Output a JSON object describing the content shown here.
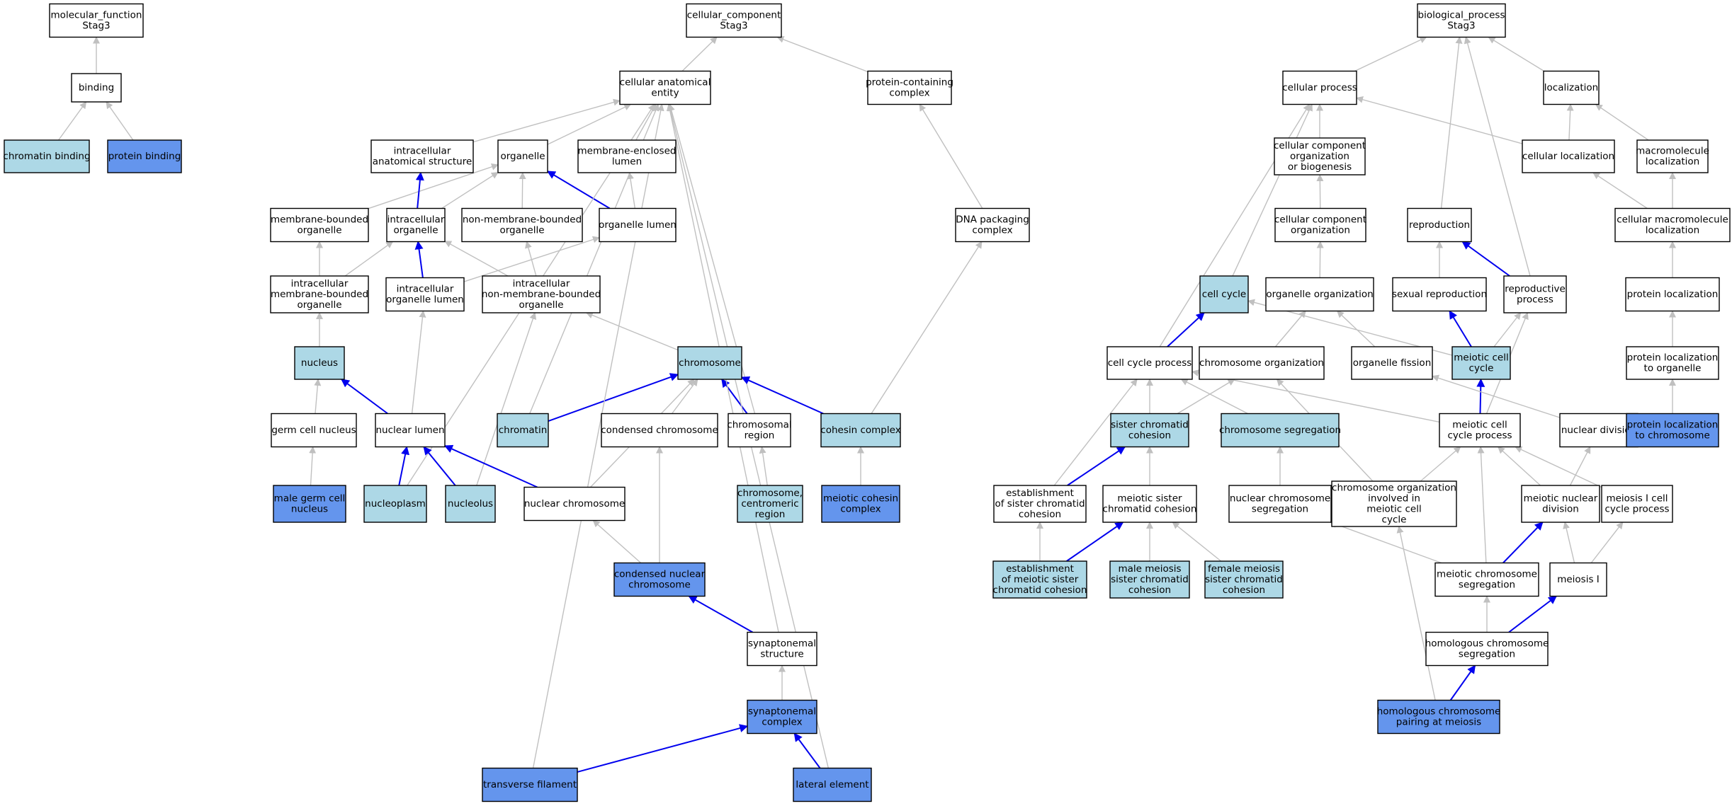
{
  "colors": {
    "highlight_fill": "#6495ed",
    "ancestor_fill": "#add8e6",
    "plain_fill": "#ffffff",
    "is_a_edge": "#c0c0c0",
    "part_of_edge": "#0000ee"
  },
  "nodes": [
    {
      "id": "mf",
      "label": [
        "molecular_function",
        "Stag3"
      ],
      "style": "plain"
    },
    {
      "id": "binding",
      "label": [
        "binding"
      ],
      "style": "plain"
    },
    {
      "id": "chromatin_binding",
      "label": [
        "chromatin binding"
      ],
      "style": "ancestor"
    },
    {
      "id": "protein_binding",
      "label": [
        "protein binding"
      ],
      "style": "highlight"
    },
    {
      "id": "cc",
      "label": [
        "cellular_component",
        "Stag3"
      ],
      "style": "plain"
    },
    {
      "id": "cae",
      "label": [
        "cellular anatomical",
        "entity"
      ],
      "style": "plain"
    },
    {
      "id": "pcc",
      "label": [
        "protein-containing",
        "complex"
      ],
      "style": "plain"
    },
    {
      "id": "ias",
      "label": [
        "intracellular",
        "anatomical structure"
      ],
      "style": "plain"
    },
    {
      "id": "organelle",
      "label": [
        "organelle"
      ],
      "style": "plain"
    },
    {
      "id": "mel",
      "label": [
        "membrane-enclosed",
        "lumen"
      ],
      "style": "plain"
    },
    {
      "id": "mbo",
      "label": [
        "membrane-bounded",
        "organelle"
      ],
      "style": "plain"
    },
    {
      "id": "io",
      "label": [
        "intracellular",
        "organelle"
      ],
      "style": "plain"
    },
    {
      "id": "nmbo",
      "label": [
        "non-membrane-bounded",
        "organelle"
      ],
      "style": "plain"
    },
    {
      "id": "ol",
      "label": [
        "organelle lumen"
      ],
      "style": "plain"
    },
    {
      "id": "dpc",
      "label": [
        "DNA packaging",
        "complex"
      ],
      "style": "plain"
    },
    {
      "id": "imbo",
      "label": [
        "intracellular",
        "membrane-bounded",
        "organelle"
      ],
      "style": "plain"
    },
    {
      "id": "iol",
      "label": [
        "intracellular",
        "organelle lumen"
      ],
      "style": "plain"
    },
    {
      "id": "inmbo",
      "label": [
        "intracellular",
        "non-membrane-bounded",
        "organelle"
      ],
      "style": "plain"
    },
    {
      "id": "nucleus",
      "label": [
        "nucleus"
      ],
      "style": "ancestor"
    },
    {
      "id": "chromosome",
      "label": [
        "chromosome"
      ],
      "style": "ancestor"
    },
    {
      "id": "gcn",
      "label": [
        "germ cell nucleus"
      ],
      "style": "plain"
    },
    {
      "id": "nl",
      "label": [
        "nuclear lumen"
      ],
      "style": "plain"
    },
    {
      "id": "chromatin",
      "label": [
        "chromatin"
      ],
      "style": "ancestor"
    },
    {
      "id": "cchr",
      "label": [
        "condensed chromosome"
      ],
      "style": "plain"
    },
    {
      "id": "chrreg",
      "label": [
        "chromosomal",
        "region"
      ],
      "style": "plain"
    },
    {
      "id": "cohesin",
      "label": [
        "cohesin complex"
      ],
      "style": "ancestor"
    },
    {
      "id": "mgcn",
      "label": [
        "male germ cell",
        "nucleus"
      ],
      "style": "highlight"
    },
    {
      "id": "nucleoplasm",
      "label": [
        "nucleoplasm"
      ],
      "style": "ancestor"
    },
    {
      "id": "nucleolus",
      "label": [
        "nucleolus"
      ],
      "style": "ancestor"
    },
    {
      "id": "nchr",
      "label": [
        "nuclear chromosome"
      ],
      "style": "plain"
    },
    {
      "id": "ccr",
      "label": [
        "chromosome,",
        "centromeric",
        "region"
      ],
      "style": "ancestor"
    },
    {
      "id": "mcc",
      "label": [
        "meiotic cohesin",
        "complex"
      ],
      "style": "highlight"
    },
    {
      "id": "cnc",
      "label": [
        "condensed nuclear",
        "chromosome"
      ],
      "style": "highlight"
    },
    {
      "id": "syns",
      "label": [
        "synaptonemal",
        "structure"
      ],
      "style": "plain"
    },
    {
      "id": "sync",
      "label": [
        "synaptonemal",
        "complex"
      ],
      "style": "highlight"
    },
    {
      "id": "tf",
      "label": [
        "transverse filament"
      ],
      "style": "highlight"
    },
    {
      "id": "le",
      "label": [
        "lateral element"
      ],
      "style": "highlight"
    },
    {
      "id": "bp",
      "label": [
        "biological_process",
        "Stag3"
      ],
      "style": "plain"
    },
    {
      "id": "cp",
      "label": [
        "cellular process"
      ],
      "style": "plain"
    },
    {
      "id": "loc",
      "label": [
        "localization"
      ],
      "style": "plain"
    },
    {
      "id": "ccob",
      "label": [
        "cellular component",
        "organization",
        "or biogenesis"
      ],
      "style": "plain"
    },
    {
      "id": "cl",
      "label": [
        "cellular localization"
      ],
      "style": "plain"
    },
    {
      "id": "ml",
      "label": [
        "macromolecule",
        "localization"
      ],
      "style": "plain"
    },
    {
      "id": "cco",
      "label": [
        "cellular component",
        "organization"
      ],
      "style": "plain"
    },
    {
      "id": "repro",
      "label": [
        "reproduction"
      ],
      "style": "plain"
    },
    {
      "id": "cml",
      "label": [
        "cellular macromolecule",
        "localization"
      ],
      "style": "plain"
    },
    {
      "id": "cellcycle",
      "label": [
        "cell cycle"
      ],
      "style": "ancestor"
    },
    {
      "id": "oo",
      "label": [
        "organelle organization"
      ],
      "style": "plain"
    },
    {
      "id": "sr",
      "label": [
        "sexual reproduction"
      ],
      "style": "plain"
    },
    {
      "id": "rp",
      "label": [
        "reproductive",
        "process"
      ],
      "style": "plain"
    },
    {
      "id": "pl",
      "label": [
        "protein localization"
      ],
      "style": "plain"
    },
    {
      "id": "ccp",
      "label": [
        "cell cycle process"
      ],
      "style": "plain"
    },
    {
      "id": "co",
      "label": [
        "chromosome organization"
      ],
      "style": "plain"
    },
    {
      "id": "of",
      "label": [
        "organelle fission"
      ],
      "style": "plain"
    },
    {
      "id": "mcyc",
      "label": [
        "meiotic cell",
        "cycle"
      ],
      "style": "ancestor"
    },
    {
      "id": "plo",
      "label": [
        "protein localization",
        "to organelle"
      ],
      "style": "plain"
    },
    {
      "id": "sc",
      "label": [
        "sister chromatid",
        "cohesion"
      ],
      "style": "ancestor"
    },
    {
      "id": "cs",
      "label": [
        "chromosome segregation"
      ],
      "style": "ancestor"
    },
    {
      "id": "mccp",
      "label": [
        "meiotic cell",
        "cycle process"
      ],
      "style": "plain"
    },
    {
      "id": "nd",
      "label": [
        "nuclear division"
      ],
      "style": "plain"
    },
    {
      "id": "plc",
      "label": [
        "protein localization",
        "to chromosome"
      ],
      "style": "highlight"
    },
    {
      "id": "esc",
      "label": [
        "establishment",
        "of sister chromatid",
        "cohesion"
      ],
      "style": "plain"
    },
    {
      "id": "msc",
      "label": [
        "meiotic sister",
        "chromatid cohesion"
      ],
      "style": "plain"
    },
    {
      "id": "ncs",
      "label": [
        "nuclear chromosome",
        "segregation"
      ],
      "style": "plain"
    },
    {
      "id": "coimc",
      "label": [
        "chromosome organization",
        "involved in",
        "meiotic cell",
        "cycle"
      ],
      "style": "plain"
    },
    {
      "id": "mnd",
      "label": [
        "meiotic nuclear",
        "division"
      ],
      "style": "plain"
    },
    {
      "id": "micp",
      "label": [
        "meiosis I cell",
        "cycle process"
      ],
      "style": "plain"
    },
    {
      "id": "emsc",
      "label": [
        "establishment",
        "of meiotic sister",
        "chromatid cohesion"
      ],
      "style": "ancestor"
    },
    {
      "id": "mmsc",
      "label": [
        "male meiosis",
        "sister chromatid",
        "cohesion"
      ],
      "style": "ancestor"
    },
    {
      "id": "fmsc",
      "label": [
        "female meiosis",
        "sister chromatid",
        "cohesion"
      ],
      "style": "ancestor"
    },
    {
      "id": "mcseg",
      "label": [
        "meiotic chromosome",
        "segregation"
      ],
      "style": "plain"
    },
    {
      "id": "mi",
      "label": [
        "meiosis I"
      ],
      "style": "plain"
    },
    {
      "id": "hcs",
      "label": [
        "homologous chromosome",
        "segregation"
      ],
      "style": "plain"
    },
    {
      "id": "hcpm",
      "label": [
        "homologous chromosome",
        "pairing at meiosis"
      ],
      "style": "highlight"
    }
  ],
  "edges": [
    {
      "from": "binding",
      "to": "mf",
      "type": "is_a"
    },
    {
      "from": "chromatin_binding",
      "to": "binding",
      "type": "is_a"
    },
    {
      "from": "protein_binding",
      "to": "binding",
      "type": "is_a"
    },
    {
      "from": "cae",
      "to": "cc",
      "type": "is_a"
    },
    {
      "from": "pcc",
      "to": "cc",
      "type": "is_a"
    },
    {
      "from": "ias",
      "to": "cae",
      "type": "is_a"
    },
    {
      "from": "organelle",
      "to": "cae",
      "type": "is_a"
    },
    {
      "from": "mel",
      "to": "cae",
      "type": "is_a"
    },
    {
      "from": "mbo",
      "to": "organelle",
      "type": "is_a"
    },
    {
      "from": "io",
      "to": "organelle",
      "type": "is_a"
    },
    {
      "from": "io",
      "to": "ias",
      "type": "part_of"
    },
    {
      "from": "nmbo",
      "to": "organelle",
      "type": "is_a"
    },
    {
      "from": "ol",
      "to": "organelle",
      "type": "part_of"
    },
    {
      "from": "ol",
      "to": "mel",
      "type": "is_a"
    },
    {
      "from": "dpc",
      "to": "pcc",
      "type": "is_a"
    },
    {
      "from": "imbo",
      "to": "mbo",
      "type": "is_a"
    },
    {
      "from": "imbo",
      "to": "io",
      "type": "is_a"
    },
    {
      "from": "iol",
      "to": "io",
      "type": "part_of"
    },
    {
      "from": "iol",
      "to": "ol",
      "type": "is_a"
    },
    {
      "from": "inmbo",
      "to": "io",
      "type": "is_a"
    },
    {
      "from": "inmbo",
      "to": "nmbo",
      "type": "is_a"
    },
    {
      "from": "nucleus",
      "to": "imbo",
      "type": "is_a"
    },
    {
      "from": "chromosome",
      "to": "inmbo",
      "type": "is_a"
    },
    {
      "from": "gcn",
      "to": "nucleus",
      "type": "is_a"
    },
    {
      "from": "nl",
      "to": "nucleus",
      "type": "part_of"
    },
    {
      "from": "nl",
      "to": "iol",
      "type": "is_a"
    },
    {
      "from": "chromatin",
      "to": "chromosome",
      "type": "part_of"
    },
    {
      "from": "chromatin",
      "to": "cae",
      "type": "is_a"
    },
    {
      "from": "cchr",
      "to": "chromosome",
      "type": "is_a"
    },
    {
      "from": "chrreg",
      "to": "chromosome",
      "type": "part_of"
    },
    {
      "from": "chrreg",
      "to": "cae",
      "type": "is_a"
    },
    {
      "from": "cohesin",
      "to": "chromosome",
      "type": "part_of"
    },
    {
      "from": "cohesin",
      "to": "dpc",
      "type": "is_a"
    },
    {
      "from": "mgcn",
      "to": "gcn",
      "type": "is_a"
    },
    {
      "from": "nucleoplasm",
      "to": "nl",
      "type": "part_of"
    },
    {
      "from": "nucleoplasm",
      "to": "cae",
      "type": "is_a"
    },
    {
      "from": "nucleolus",
      "to": "nl",
      "type": "part_of"
    },
    {
      "from": "nucleolus",
      "to": "inmbo",
      "type": "is_a"
    },
    {
      "from": "nchr",
      "to": "nl",
      "type": "part_of"
    },
    {
      "from": "nchr",
      "to": "chromosome",
      "type": "is_a"
    },
    {
      "from": "ccr",
      "to": "chrreg",
      "type": "is_a"
    },
    {
      "from": "mcc",
      "to": "cohesin",
      "type": "is_a"
    },
    {
      "from": "cnc",
      "to": "cchr",
      "type": "is_a"
    },
    {
      "from": "cnc",
      "to": "nchr",
      "type": "is_a"
    },
    {
      "from": "syns",
      "to": "cnc",
      "type": "part_of"
    },
    {
      "from": "syns",
      "to": "cae",
      "type": "is_a"
    },
    {
      "from": "sync",
      "to": "syns",
      "type": "is_a"
    },
    {
      "from": "tf",
      "to": "sync",
      "type": "part_of"
    },
    {
      "from": "tf",
      "to": "cae",
      "type": "is_a"
    },
    {
      "from": "le",
      "to": "sync",
      "type": "part_of"
    },
    {
      "from": "le",
      "to": "cae",
      "type": "is_a"
    },
    {
      "from": "cp",
      "to": "bp",
      "type": "is_a"
    },
    {
      "from": "loc",
      "to": "bp",
      "type": "is_a"
    },
    {
      "from": "ccob",
      "to": "cp",
      "type": "is_a"
    },
    {
      "from": "cl",
      "to": "cp",
      "type": "is_a"
    },
    {
      "from": "cl",
      "to": "loc",
      "type": "is_a"
    },
    {
      "from": "ml",
      "to": "loc",
      "type": "is_a"
    },
    {
      "from": "cco",
      "to": "ccob",
      "type": "is_a"
    },
    {
      "from": "repro",
      "to": "bp",
      "type": "is_a"
    },
    {
      "from": "rp",
      "to": "bp",
      "type": "is_a"
    },
    {
      "from": "cml",
      "to": "cl",
      "type": "is_a"
    },
    {
      "from": "cml",
      "to": "ml",
      "type": "is_a"
    },
    {
      "from": "cellcycle",
      "to": "cp",
      "type": "is_a"
    },
    {
      "from": "oo",
      "to": "cco",
      "type": "is_a"
    },
    {
      "from": "sr",
      "to": "repro",
      "type": "is_a"
    },
    {
      "from": "rp",
      "to": "repro",
      "type": "part_of"
    },
    {
      "from": "pl",
      "to": "cml",
      "type": "is_a"
    },
    {
      "from": "ccp",
      "to": "cellcycle",
      "type": "part_of"
    },
    {
      "from": "ccp",
      "to": "cp",
      "type": "is_a"
    },
    {
      "from": "co",
      "to": "oo",
      "type": "is_a"
    },
    {
      "from": "of",
      "to": "oo",
      "type": "is_a"
    },
    {
      "from": "mcyc",
      "to": "sr",
      "type": "part_of"
    },
    {
      "from": "mcyc",
      "to": "cellcycle",
      "type": "is_a"
    },
    {
      "from": "mcyc",
      "to": "rp",
      "type": "is_a"
    },
    {
      "from": "plo",
      "to": "pl",
      "type": "is_a"
    },
    {
      "from": "sc",
      "to": "ccp",
      "type": "is_a"
    },
    {
      "from": "sc",
      "to": "co",
      "type": "is_a"
    },
    {
      "from": "cs",
      "to": "ccp",
      "type": "is_a"
    },
    {
      "from": "mccp",
      "to": "mcyc",
      "type": "part_of"
    },
    {
      "from": "mccp",
      "to": "ccp",
      "type": "is_a"
    },
    {
      "from": "mccp",
      "to": "rp",
      "type": "is_a"
    },
    {
      "from": "nd",
      "to": "of",
      "type": "is_a"
    },
    {
      "from": "plc",
      "to": "plo",
      "type": "is_a"
    },
    {
      "from": "esc",
      "to": "sc",
      "type": "part_of"
    },
    {
      "from": "esc",
      "to": "ccp",
      "type": "is_a"
    },
    {
      "from": "msc",
      "to": "sc",
      "type": "is_a"
    },
    {
      "from": "ncs",
      "to": "cs",
      "type": "is_a"
    },
    {
      "from": "coimc",
      "to": "co",
      "type": "is_a"
    },
    {
      "from": "coimc",
      "to": "mccp",
      "type": "is_a"
    },
    {
      "from": "mnd",
      "to": "mccp",
      "type": "is_a"
    },
    {
      "from": "mnd",
      "to": "nd",
      "type": "is_a"
    },
    {
      "from": "micp",
      "to": "mccp",
      "type": "is_a"
    },
    {
      "from": "emsc",
      "to": "esc",
      "type": "is_a"
    },
    {
      "from": "emsc",
      "to": "msc",
      "type": "part_of"
    },
    {
      "from": "mmsc",
      "to": "msc",
      "type": "is_a"
    },
    {
      "from": "fmsc",
      "to": "msc",
      "type": "is_a"
    },
    {
      "from": "mcseg",
      "to": "ncs",
      "type": "is_a"
    },
    {
      "from": "mcseg",
      "to": "mnd",
      "type": "part_of"
    },
    {
      "from": "mcseg",
      "to": "mccp",
      "type": "is_a"
    },
    {
      "from": "mi",
      "to": "mnd",
      "type": "is_a"
    },
    {
      "from": "mi",
      "to": "micp",
      "type": "is_a"
    },
    {
      "from": "hcs",
      "to": "mcseg",
      "type": "is_a"
    },
    {
      "from": "hcs",
      "to": "mi",
      "type": "part_of"
    },
    {
      "from": "hcpm",
      "to": "hcs",
      "type": "part_of"
    },
    {
      "from": "hcpm",
      "to": "coimc",
      "type": "is_a"
    }
  ]
}
